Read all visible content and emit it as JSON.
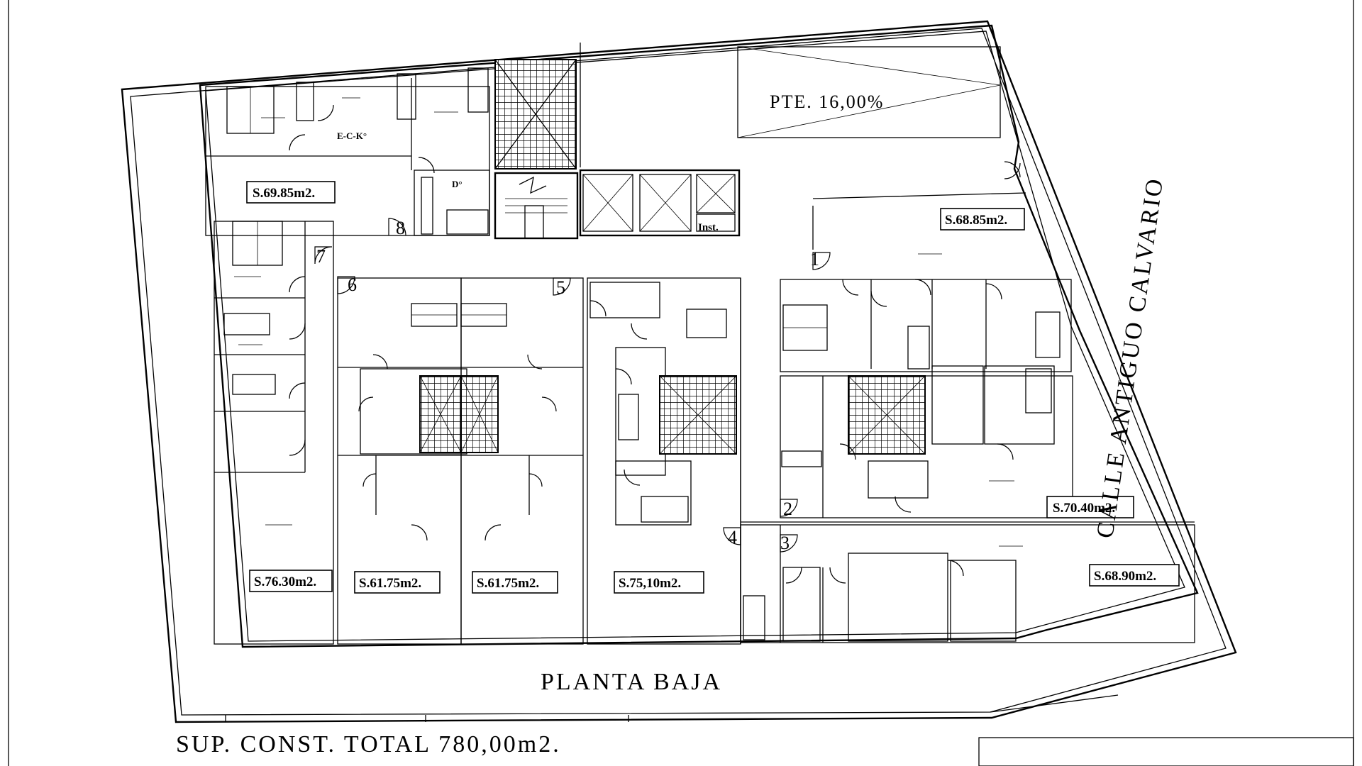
{
  "title": "PLANTA BAJA",
  "total_surface": "SUP. CONST. TOTAL 780,00m2.",
  "street": "CALLE ANTIGUO CALVARIO",
  "ramp_label": "PTE. 16,00%",
  "room_label_eck": "E-C-K°",
  "room_label_d": "D°",
  "installations_label": "Inst.",
  "units": [
    {
      "number": "1",
      "area": "S.68.85m2."
    },
    {
      "number": "2",
      "area": "S.70.40m2."
    },
    {
      "number": "3",
      "area": "S.68.90m2."
    },
    {
      "number": "4",
      "area": "S.75,10m2."
    },
    {
      "number": "5",
      "area": "S.61.75m2."
    },
    {
      "number": "6",
      "area": "S.61.75m2."
    },
    {
      "number": "7",
      "area": "S.76.30m2."
    },
    {
      "number": "8",
      "area": "S.69.85m2."
    }
  ],
  "colors": {
    "ink": "#000000",
    "paper": "#ffffff"
  }
}
